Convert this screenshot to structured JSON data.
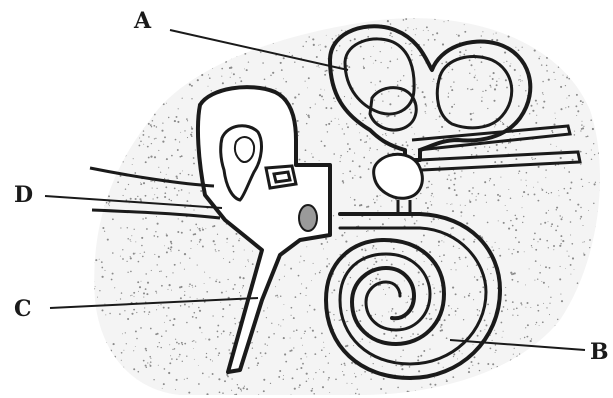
{
  "diagram": {
    "labels": {
      "a": "A",
      "b": "B",
      "c": "C",
      "d": "D"
    }
  },
  "colors": {
    "ink": "#1a1a1a",
    "stipple": "#8a8a8a",
    "background": "#ffffff"
  }
}
